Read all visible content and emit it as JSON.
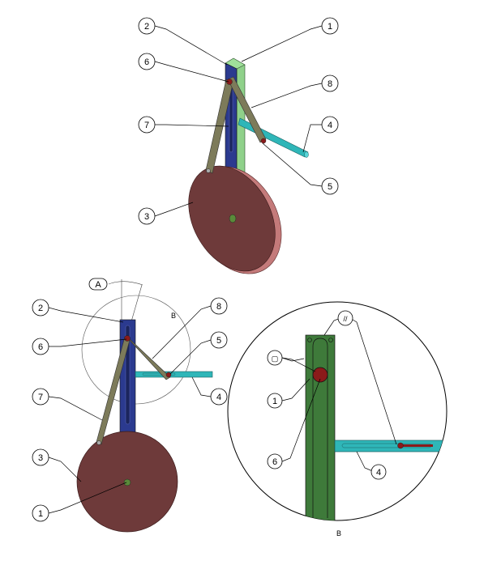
{
  "colors": {
    "frame": "#2b3a8f",
    "frame_side": "#8fd18a",
    "disk": "#6e3a3a",
    "disk_edge": "#c47a7a",
    "link": "#7d7b5a",
    "slider_rod": "#2fb6b8",
    "pin": "#8b1a1a",
    "detail_green": "#3e7a3a"
  },
  "top_view": {
    "balloons": [
      "2",
      "1",
      "6",
      "8",
      "7",
      "4",
      "5",
      "3"
    ]
  },
  "front_view": {
    "balloons": [
      "2",
      "8",
      "6",
      "5",
      "7",
      "4",
      "3",
      "1"
    ],
    "angle_label": "A",
    "detail_ref": "B"
  },
  "detail_view": {
    "balloons": [
      "▢",
      "//",
      "1",
      "6",
      "4"
    ],
    "title": "B"
  }
}
